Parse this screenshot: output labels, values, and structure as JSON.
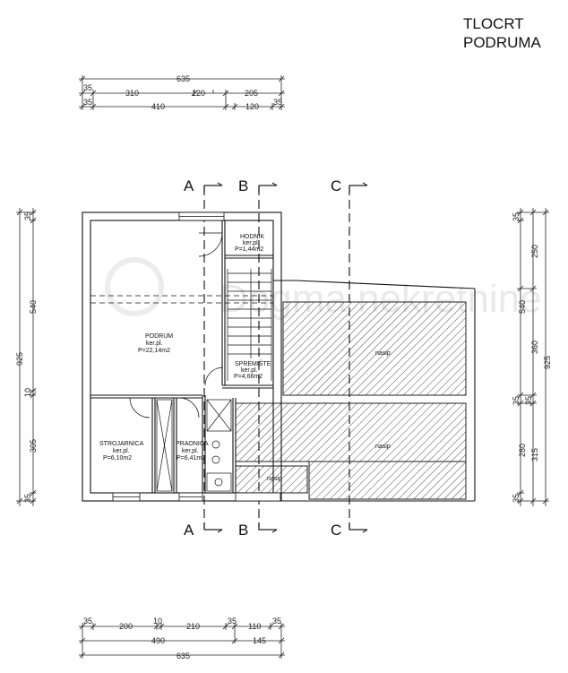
{
  "title": {
    "line1": "TLOCRT",
    "line2": "PODRUMA"
  },
  "dims": {
    "top_total": "635",
    "top_row1": [
      "35",
      "310",
      "120",
      "205"
    ],
    "top_row2": [
      "35",
      "410",
      "120",
      "35"
    ],
    "bottom_row1": [
      "35",
      "200",
      "10",
      "210",
      "35",
      "110",
      "35"
    ],
    "bottom_row2": [
      "490",
      "145"
    ],
    "bottom_total": "635",
    "left_total": "925",
    "left_parts": [
      "35",
      "540",
      "10",
      "305",
      "35"
    ],
    "right_total": "925",
    "right_row1": [
      "35",
      "250",
      "360",
      "35",
      "280",
      "35"
    ],
    "right_row2": [
      "540",
      "35",
      "315"
    ]
  },
  "sections": {
    "a": "A",
    "b": "B",
    "c": "C"
  },
  "rooms": {
    "hodnik": {
      "name": "HODNIK",
      "floor": "ker.pl.",
      "area": "P=1,44m2"
    },
    "podrum": {
      "name": "PODRUM",
      "floor": "ker.pl.",
      "area": "P=22,14m2"
    },
    "spremiste": {
      "name": "SPREMIŠTE",
      "floor": "ker.pl.",
      "area": "P=4,66m2"
    },
    "strojarnica": {
      "name": "STROJARNICA",
      "floor": "ker.pl.",
      "area": "P=6,10m2"
    },
    "praonica": {
      "name": "PRAONICA",
      "floor": "ker.pl.",
      "area": "P=6,41m2"
    },
    "nasip1": "nasip",
    "nasip2": "nasip",
    "nasip3": "nasip"
  },
  "watermark": "Dogma nekretnine"
}
